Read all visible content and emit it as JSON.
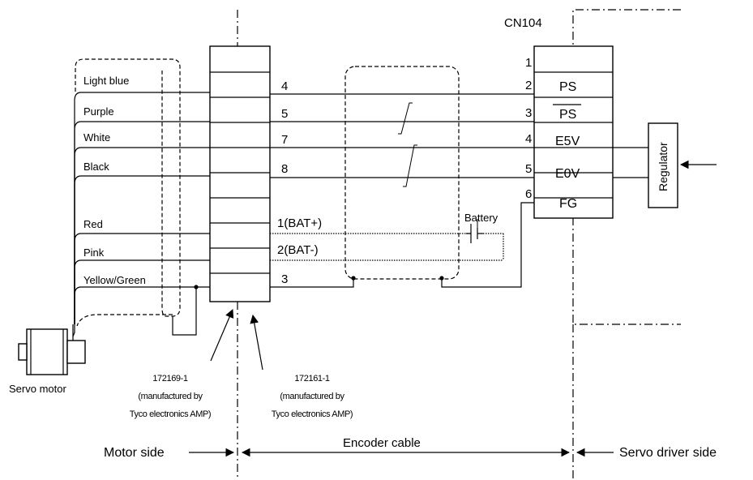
{
  "connector": {
    "title": "CN104",
    "pin_numbers": [
      "1",
      "2",
      "3",
      "4",
      "5",
      "6"
    ],
    "signals": [
      "PS",
      "PS",
      "E5V",
      "E0V",
      "FG"
    ]
  },
  "motor_wires": {
    "colors": [
      "Light blue",
      "Purple",
      "White",
      "Black",
      "Red",
      "Pink",
      "Yellow/Green"
    ]
  },
  "cable_pins": [
    "4",
    "5",
    "7",
    "8",
    "1(BAT+)",
    "2(BAT-)",
    "3"
  ],
  "battery_label": "Battery",
  "regulator_label": "Regulator",
  "servo_motor_label": "Servo motor",
  "connector_left": {
    "part_number": "172169-1",
    "maker_line1": "(manufactured by",
    "maker_line2": "Tyco electronics AMP)"
  },
  "connector_right": {
    "part_number": "172161-1",
    "maker_line1": "(manufactured by",
    "maker_line2": "Tyco electronics AMP)"
  },
  "bottom_labels": {
    "motor_side": "Motor side",
    "encoder_cable": "Encoder cable",
    "servo_driver_side": "Servo driver side"
  }
}
